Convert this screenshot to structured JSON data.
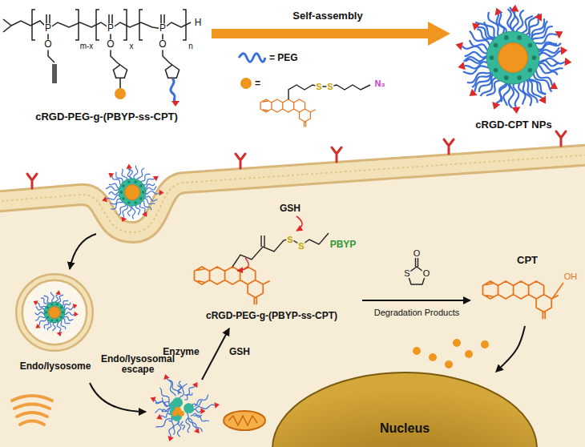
{
  "diagram": {
    "nodes": [
      {
        "text": [
          "cRGD-PEG-g-(PBYP-ss-CPT)"
        ]
      },
      {
        "text": [
          "cRGD-CPT NPs"
        ]
      },
      {
        "text": [
          "cRGD-PEG-g-(PBYP-ss-CPT)"
        ]
      },
      {
        "text": [
          "CPT"
        ]
      },
      {
        "text": [
          "Endo/lysosome"
        ]
      },
      {
        "text": [
          "Nucleus"
        ]
      }
    ],
    "edges": [
      {
        "from": 0,
        "to": 1,
        "arrow": "to",
        "label": "Self-assembly"
      },
      {
        "from": 2,
        "to": 3,
        "arrow": "to",
        "label": "Degradation Products"
      },
      {
        "from": 3,
        "to": 5,
        "arrow": "to"
      }
    ],
    "labels": [
      "m-x",
      "x",
      "n",
      "H",
      "P",
      "P",
      "P",
      "O",
      "O",
      "O",
      "S",
      "S",
      "N₃",
      "GSH",
      "S",
      "S",
      "PBYP",
      "S",
      "O",
      "O",
      "OH",
      "Endo/lysosomal escape",
      "Enzyme",
      "GSH"
    ],
    "legend": [
      {
        "text": "= PEG"
      },
      {
        "text": "=",
        "color": "#f0961e"
      }
    ]
  }
}
